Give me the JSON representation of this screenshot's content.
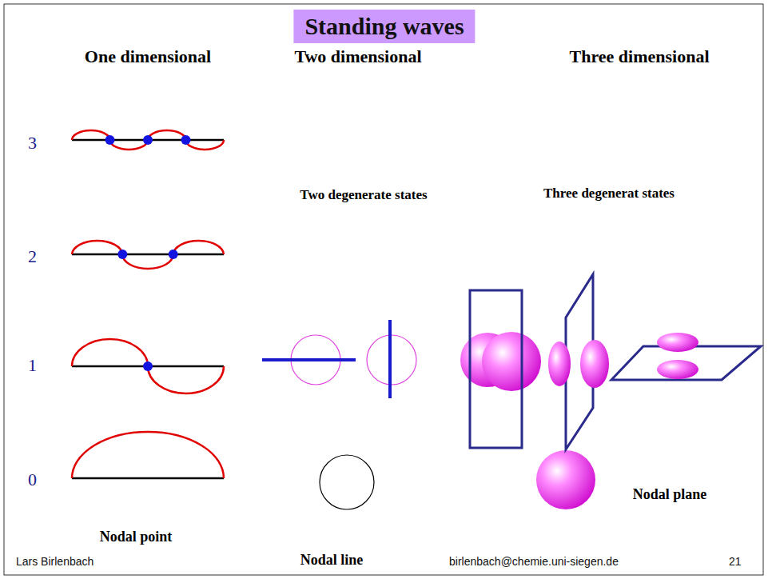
{
  "diagram": {
    "title": "Standing waves",
    "labels": [
      "One dimensional",
      "Two dimensional",
      "Three dimensional",
      "3",
      "2",
      "1",
      "0",
      "Two degenerate states",
      "Three degenerat states",
      "Nodal point",
      "Nodal line",
      "Nodal plane",
      "Lars Birlenbach",
      "birlenbach@chemie.uni-siegen.de",
      "21"
    ]
  }
}
